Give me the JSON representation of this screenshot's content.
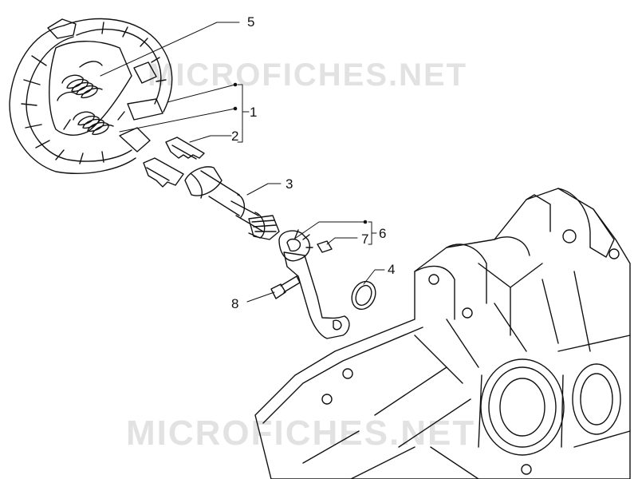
{
  "watermark": {
    "top": "MICROFICHES.NET",
    "bottom": "MICROFICHES.NET"
  },
  "callouts": [
    {
      "id": "5",
      "text": "5"
    },
    {
      "id": "1",
      "text": "1"
    },
    {
      "id": "2",
      "text": "2"
    },
    {
      "id": "3",
      "text": "3"
    },
    {
      "id": "6",
      "text": "6"
    },
    {
      "id": "7",
      "text": "7"
    },
    {
      "id": "4",
      "text": "4"
    },
    {
      "id": "8",
      "text": "8"
    }
  ]
}
